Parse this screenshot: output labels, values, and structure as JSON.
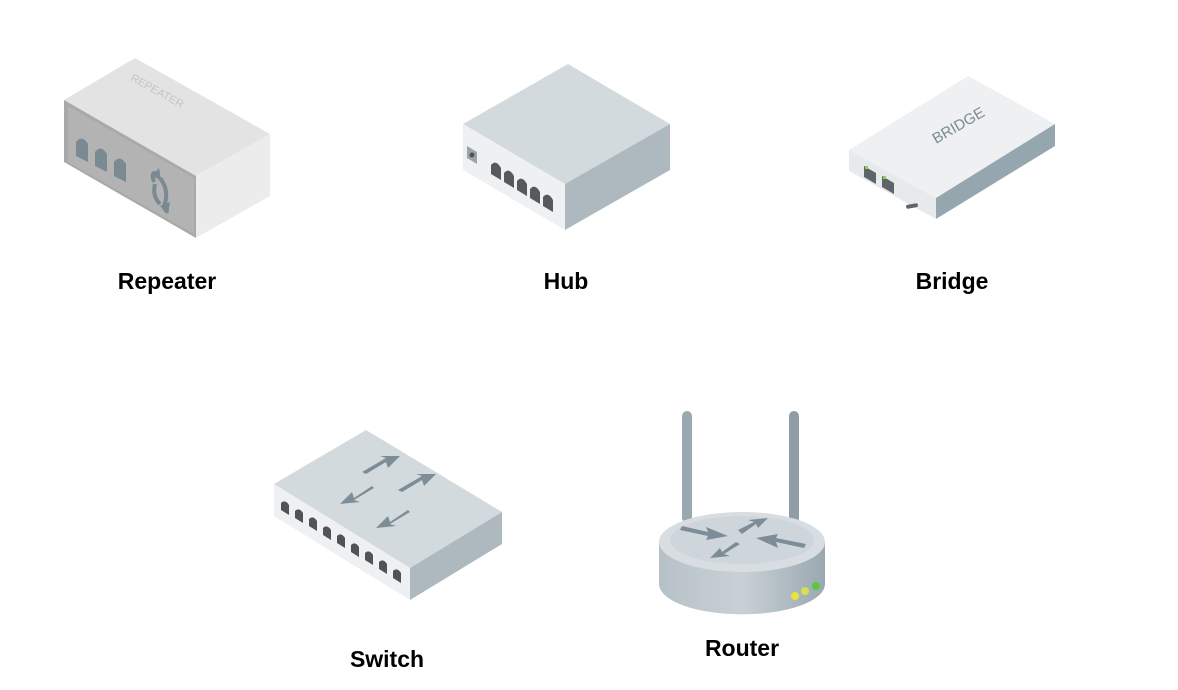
{
  "devices": {
    "repeater": {
      "label": "Repeater",
      "icon": "repeater-icon",
      "printed_text": "REPEATER"
    },
    "hub": {
      "label": "Hub",
      "icon": "hub-icon"
    },
    "bridge": {
      "label": "Bridge",
      "icon": "bridge-icon",
      "printed_text": "BRIDGE"
    },
    "switch": {
      "label": "Switch",
      "icon": "switch-icon"
    },
    "router": {
      "label": "Router",
      "icon": "router-icon"
    }
  },
  "colors": {
    "body_light": "#e8e8e8",
    "body_side": "#b0b0b0",
    "device_top": "#d3dadf",
    "device_front": "#f0f2f3",
    "device_side": "#aeb9bf",
    "port": "#5a5f63",
    "arrow": "#7f8f99",
    "led_green": "#5cc544",
    "led_yellow": "#e7e33a"
  }
}
